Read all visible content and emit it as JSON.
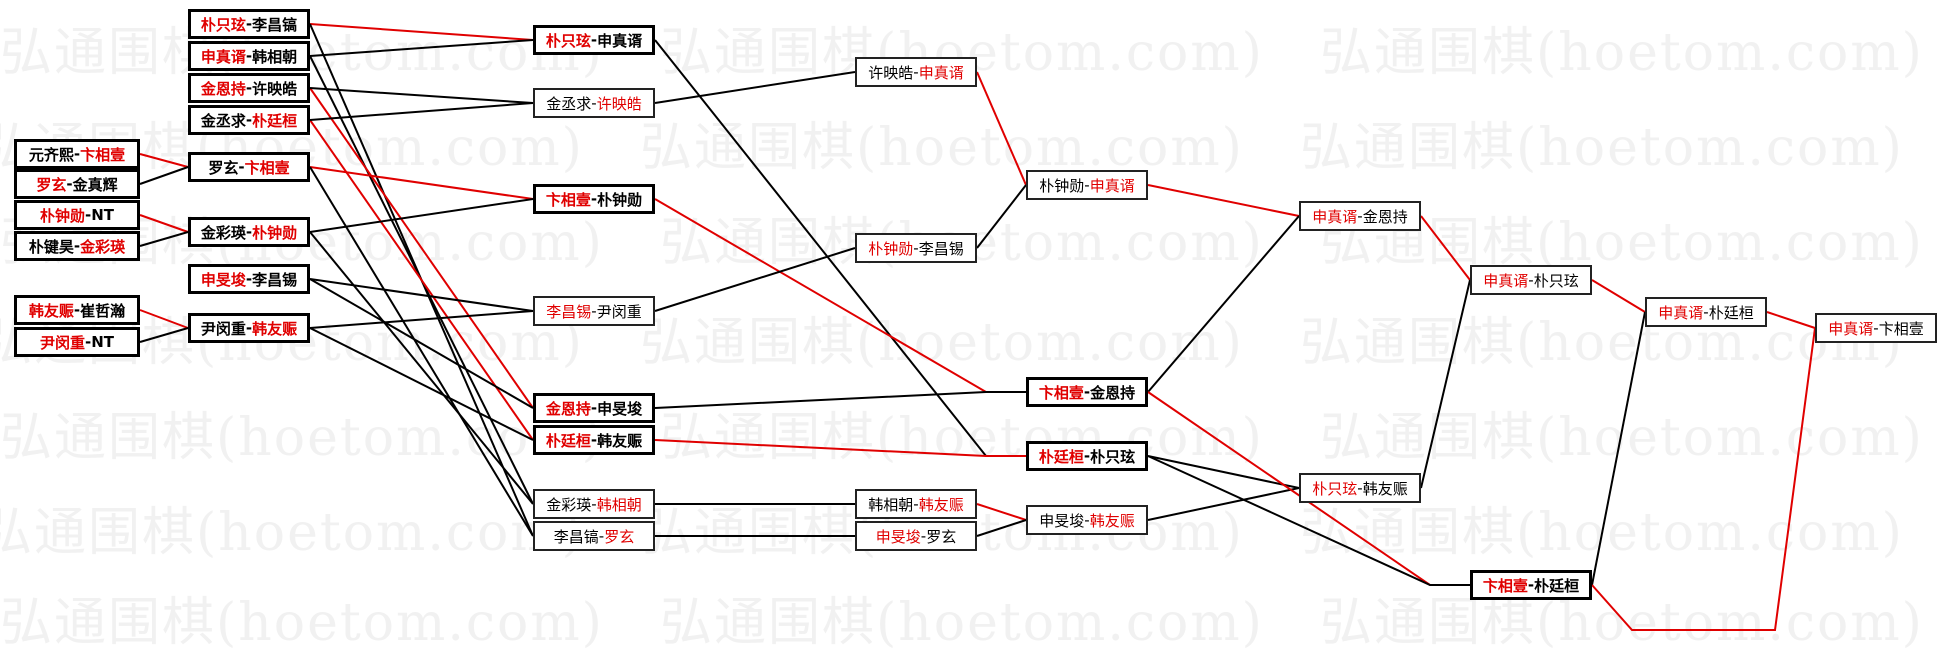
{
  "watermark": "弘通围棋(hoetom.com)",
  "colors": {
    "winner": "#e00000",
    "loser": "#000000",
    "watermark": "#f1f1f1"
  },
  "nodes": [
    {
      "id": "q1",
      "p1": "元齐熙",
      "p2": "卞相壹",
      "win": 2
    },
    {
      "id": "q2",
      "p1": "罗玄",
      "p2": "金真辉",
      "win": 1
    },
    {
      "id": "q3",
      "p1": "朴钟勋",
      "p2": "NT",
      "win": 1
    },
    {
      "id": "q4",
      "p1": "朴键昊",
      "p2": "金彩瑛",
      "win": 2
    },
    {
      "id": "q5",
      "p1": "韩友赈",
      "p2": "崔哲瀚",
      "win": 1
    },
    {
      "id": "q6",
      "p1": "尹闵重",
      "p2": "NT",
      "win": 1
    },
    {
      "id": "r1",
      "p1": "朴只玹",
      "p2": "李昌镐",
      "win": 1
    },
    {
      "id": "r2",
      "p1": "申真谞",
      "p2": "韩相朝",
      "win": 1
    },
    {
      "id": "r3",
      "p1": "金恩持",
      "p2": "许映皓",
      "win": 1
    },
    {
      "id": "r4",
      "p1": "金丞求",
      "p2": "朴廷桓",
      "win": 2
    },
    {
      "id": "r5",
      "p1": "罗玄",
      "p2": "卞相壹",
      "win": 2
    },
    {
      "id": "r6",
      "p1": "金彩瑛",
      "p2": "朴钟勋",
      "win": 2
    },
    {
      "id": "r7",
      "p1": "申旻埈",
      "p2": "李昌锡",
      "win": 1
    },
    {
      "id": "r8",
      "p1": "尹闵重",
      "p2": "韩友赈",
      "win": 2
    },
    {
      "id": "s1",
      "p1": "朴只玹",
      "p2": "申真谞",
      "win": 1
    },
    {
      "id": "s2",
      "p1": "金丞求",
      "p2": "许映皓",
      "win": 2
    },
    {
      "id": "s3",
      "p1": "卞相壹",
      "p2": "朴钟勋",
      "win": 1
    },
    {
      "id": "s4",
      "p1": "李昌锡",
      "p2": "尹闵重",
      "win": 1
    },
    {
      "id": "s5",
      "p1": "金恩持",
      "p2": "申旻埈",
      "win": 1
    },
    {
      "id": "s6",
      "p1": "朴廷桓",
      "p2": "韩友赈",
      "win": 1
    },
    {
      "id": "s7",
      "p1": "金彩瑛",
      "p2": "韩相朝",
      "win": 2
    },
    {
      "id": "s8",
      "p1": "李昌镐",
      "p2": "罗玄",
      "win": 2
    },
    {
      "id": "t1",
      "p1": "许映皓",
      "p2": "申真谞",
      "win": 2
    },
    {
      "id": "t2",
      "p1": "朴钟勋",
      "p2": "李昌锡",
      "win": 1
    },
    {
      "id": "t3",
      "p1": "韩相朝",
      "p2": "韩友赈",
      "win": 2
    },
    {
      "id": "t4",
      "p1": "申旻埈",
      "p2": "罗玄",
      "win": 1
    },
    {
      "id": "u1",
      "p1": "朴钟勋",
      "p2": "申真谞",
      "win": 2
    },
    {
      "id": "u2",
      "p1": "卞相壹",
      "p2": "金恩持",
      "win": 1
    },
    {
      "id": "u3",
      "p1": "朴廷桓",
      "p2": "朴只玹",
      "win": 1
    },
    {
      "id": "u4",
      "p1": "申旻埈",
      "p2": "韩友赈",
      "win": 2
    },
    {
      "id": "v1",
      "p1": "申真谞",
      "p2": "金恩持",
      "win": 1
    },
    {
      "id": "v2",
      "p1": "朴只玹",
      "p2": "韩友赈",
      "win": 1
    },
    {
      "id": "w1",
      "p1": "申真谞",
      "p2": "朴只玹",
      "win": 1
    },
    {
      "id": "w2",
      "p1": "卞相壹",
      "p2": "朴廷桓",
      "win": 1
    },
    {
      "id": "x1",
      "p1": "申真谞",
      "p2": "朴廷桓",
      "win": 1
    },
    {
      "id": "y1",
      "p1": "申真谞",
      "p2": "卞相壹",
      "win": 1
    }
  ]
}
